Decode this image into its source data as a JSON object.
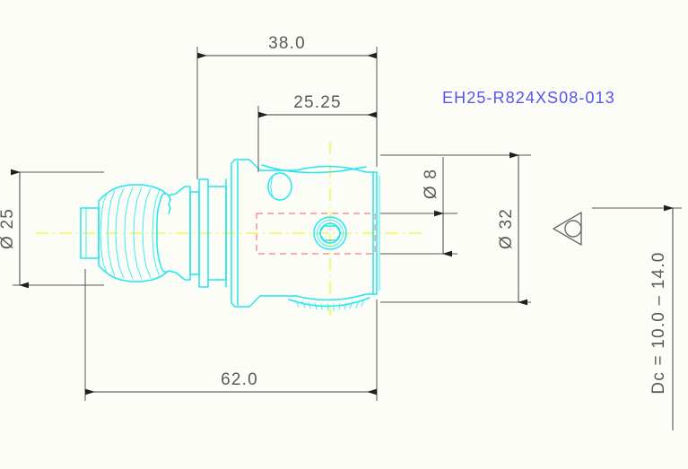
{
  "drawing": {
    "title": "Tool holder technical drawing",
    "part_number": "EH25-R824XS08-013",
    "part_number_color": "#5555ee",
    "body_color": "#22e6ee",
    "centerline_color": "#f5f529",
    "hidden_line_color": "#f08080",
    "dimension_color": "#5a5a5a",
    "background": "#fdfdf8"
  },
  "dimensions": {
    "overall_length": "62.0",
    "head_length": "38.0",
    "shoulder_length": "25.25",
    "shank_diameter": "Ø 25",
    "head_diameter": "Ø 32",
    "bore_diameter": "Ø 8",
    "cutting_diameter_note": "Dc = 10.0 – 14.0"
  },
  "symbols": {
    "insert_shape": "round-insert-triangle-symbol"
  }
}
